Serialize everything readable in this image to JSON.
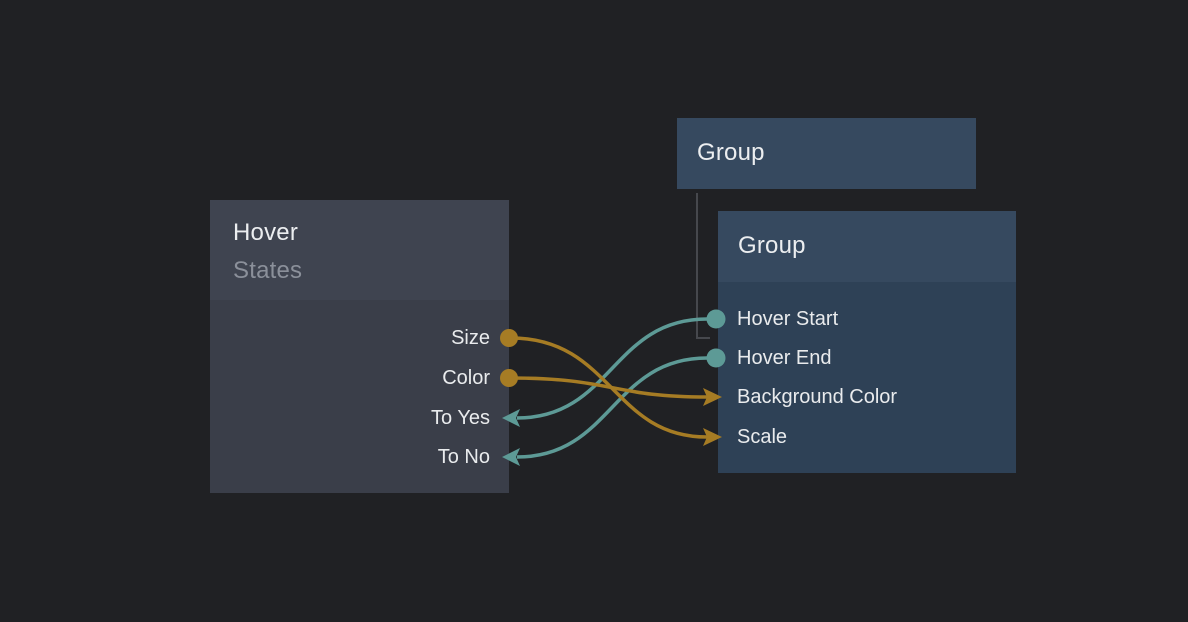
{
  "app": {
    "type": "node-graph-editor"
  },
  "colors": {
    "canvas_bg": "#202124",
    "hover_node_header": "#3f4450",
    "hover_node_body": "#3a3e49",
    "group_node_header": "#36495f",
    "group_node_body": "#2e4156",
    "wire_gold": "#a67c24",
    "wire_teal": "#5d9a96",
    "hierarchy_line": "#46484d",
    "text_primary": "#eceef0",
    "text_muted": "#8b909a"
  },
  "nodes": {
    "hover": {
      "title": "Hover",
      "subtitle": "States",
      "ports": [
        {
          "label": "Size",
          "side": "right",
          "marker": "circle",
          "color": "gold"
        },
        {
          "label": "Color",
          "side": "right",
          "marker": "circle",
          "color": "gold"
        },
        {
          "label": "To Yes",
          "side": "right",
          "marker": "arrow-in",
          "color": "teal"
        },
        {
          "label": "To No",
          "side": "right",
          "marker": "arrow-in",
          "color": "teal"
        }
      ]
    },
    "group_parent": {
      "title": "Group"
    },
    "group_child": {
      "title": "Group",
      "ports": [
        {
          "label": "Hover Start",
          "side": "left",
          "marker": "circle",
          "color": "teal"
        },
        {
          "label": "Hover End",
          "side": "left",
          "marker": "circle",
          "color": "teal"
        },
        {
          "label": "Background Color",
          "side": "left",
          "marker": "arrow-in",
          "color": "gold"
        },
        {
          "label": "Scale",
          "side": "left",
          "marker": "arrow-in",
          "color": "gold"
        }
      ]
    }
  },
  "connections": [
    {
      "from": "hover.Size",
      "to": "group_child.Scale",
      "color": "gold"
    },
    {
      "from": "hover.Color",
      "to": "group_child.Background Color",
      "color": "gold"
    },
    {
      "from": "group_child.Hover Start",
      "to": "hover.To Yes",
      "color": "teal"
    },
    {
      "from": "group_child.Hover End",
      "to": "hover.To No",
      "color": "teal"
    },
    {
      "from": "group_parent",
      "to": "group_child",
      "color": "gray",
      "type": "hierarchy"
    }
  ]
}
